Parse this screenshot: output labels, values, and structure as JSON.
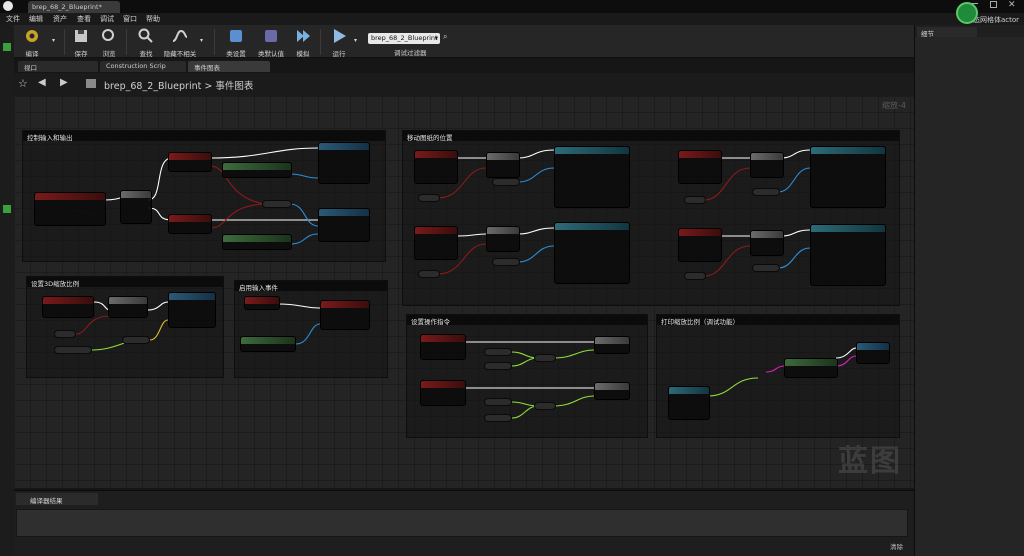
{
  "window": {
    "tab_title": "brep_68_2_Blueprint*",
    "active_actor": "静态网格体actor"
  },
  "menu": [
    "文件",
    "编辑",
    "资产",
    "查看",
    "调试",
    "窗口",
    "帮助"
  ],
  "toolbar": {
    "compile": "编译",
    "save": "保存",
    "browse": "浏览",
    "find": "查找",
    "hide_unrelated": "隐藏不相关",
    "class_settings": "类设置",
    "class_defaults": "类默认值",
    "simulation": "模拟",
    "play": "运行",
    "debug_object": "brep_68_2_Blueprint",
    "debug_filter": "调试过滤器"
  },
  "right_panel": {
    "title": "细节"
  },
  "tabs": {
    "viewport": "视口",
    "construction": "Construction Scrip",
    "event_graph": "事件图表"
  },
  "breadcrumb": {
    "blueprint": "brep_68_2_Blueprint",
    "separator": ">",
    "graph": "事件图表"
  },
  "zoom": "缩放-4",
  "watermark": "蓝图",
  "comments": {
    "c1": "控制输入和输出",
    "c2": "移动图纸的位置",
    "c3": "设置3D缩放比例",
    "c4": "启用输入事件",
    "c5": "设置操作指令",
    "c6": "打印缩放比例（调试功能）"
  },
  "bottom": {
    "tab": "编译器结果",
    "clear": "清除"
  },
  "colors": {
    "exec": "#ffffff",
    "boolean": "#8c1a1a",
    "object": "#2d8fd9",
    "float": "#8ee03a",
    "vector": "#e0c030",
    "pink": "#e020c0"
  }
}
